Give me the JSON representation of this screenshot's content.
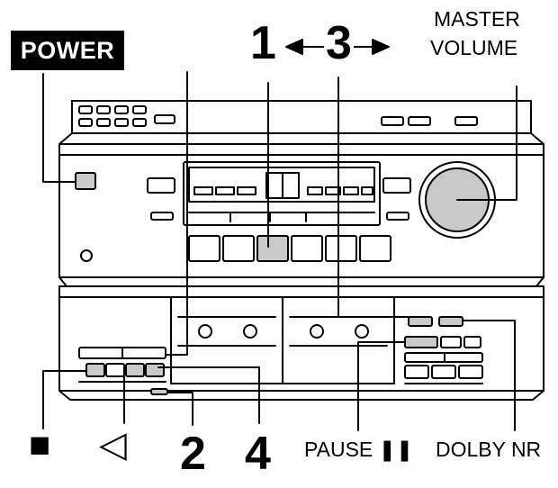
{
  "labels": {
    "power": "POWER",
    "num_1": "1",
    "num_3": "3",
    "master_volume_line1": "MASTER",
    "master_volume_line2": "VOLUME",
    "stop_symbol": "■",
    "play_reverse_symbol": "◁",
    "num_2": "2",
    "num_4": "4",
    "pause": "PAUSE ❚❚",
    "dolby_nr": "DOLBY NR"
  },
  "colors": {
    "line": "#000000",
    "button_fill": "#ffffff",
    "highlight_gray": "#c9c9c9",
    "power_badge": "#000000"
  }
}
